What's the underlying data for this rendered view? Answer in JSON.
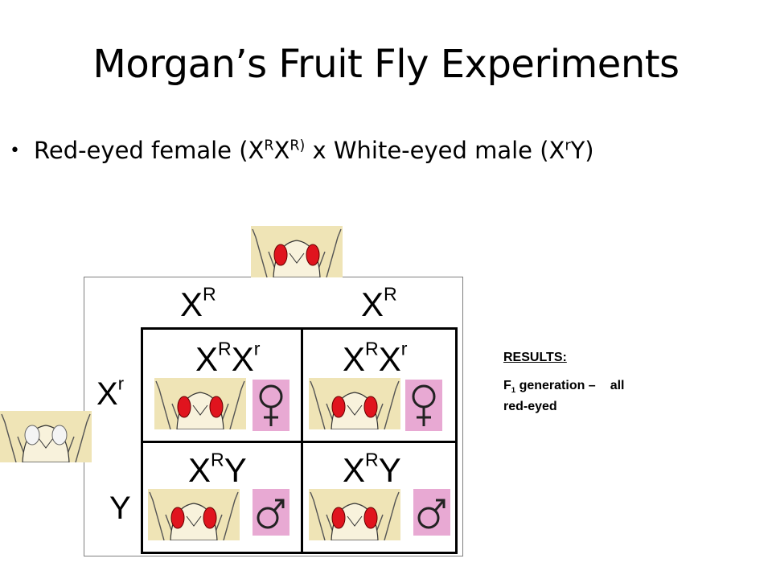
{
  "title": "Morgan’s Fruit Fly Experiments",
  "bullet": {
    "text_a": "Red-eyed female (X",
    "sup_a": "R",
    "text_b": "X",
    "sup_b": "R)",
    "text_c": " x White-eyed male (X",
    "sup_c": "r",
    "text_d": "Y)"
  },
  "punnett": {
    "col_headers": [
      {
        "base": "X",
        "sup": "R"
      },
      {
        "base": "X",
        "sup": "R"
      }
    ],
    "row_headers": [
      {
        "base": "X",
        "sup": "r"
      },
      {
        "base": "Y",
        "sup": ""
      }
    ],
    "cells": [
      {
        "a": "X",
        "a_sup": "R",
        "b": "X",
        "b_sup": "r"
      },
      {
        "a": "X",
        "a_sup": "R",
        "b": "X",
        "b_sup": "r"
      },
      {
        "a": "X",
        "a_sup": "R",
        "b": "Y",
        "b_sup": ""
      },
      {
        "a": "X",
        "a_sup": "R",
        "b": "Y",
        "b_sup": ""
      }
    ]
  },
  "results": {
    "heading": "RESULTS:",
    "f": "F",
    "sub": "1",
    "line1": " generation –",
    "all": "all",
    "line2": "red-eyed"
  },
  "colors": {
    "red_eye": "#e0141e",
    "white_eye": "#f4f4f4",
    "fly_bg": "#efe4b6",
    "symbol_bg": "#e8a9d3"
  },
  "icons": [
    "fly-red-eyed-icon",
    "fly-white-eyed-icon",
    "female-symbol-icon",
    "male-symbol-icon"
  ]
}
